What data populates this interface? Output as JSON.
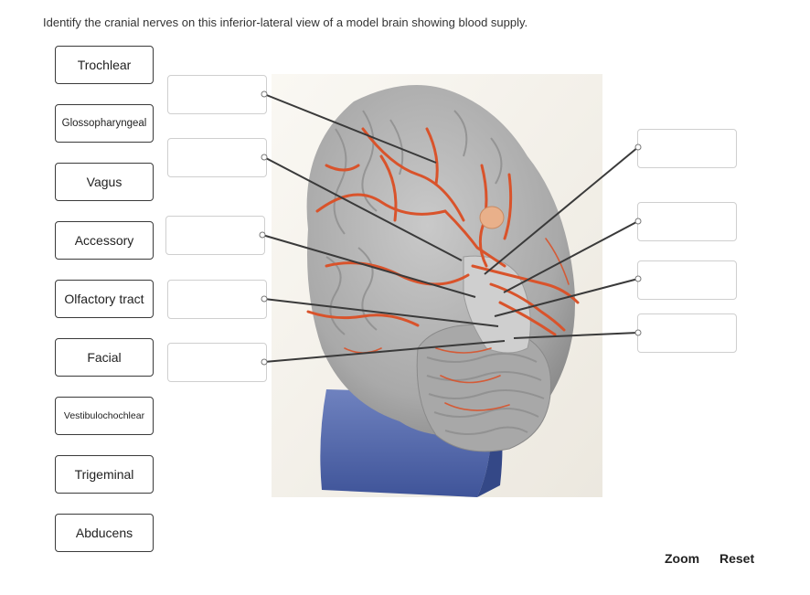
{
  "instruction": "Identify the cranial nerves on this inferior-lateral view of a model brain showing blood supply.",
  "labels": [
    "Trochlear",
    "Glossopharyngeal",
    "Vagus",
    "Accessory",
    "Olfactory tract",
    "Facial",
    "Vestibulochochlear",
    "Trigeminal",
    "Abducens"
  ],
  "controls": {
    "zoom": "Zoom",
    "reset": "Reset"
  },
  "colors": {
    "artery": "#d9532b",
    "brain": "#b9b9b9",
    "stand": "#5d72b0",
    "leader": "#3a3a3a"
  }
}
